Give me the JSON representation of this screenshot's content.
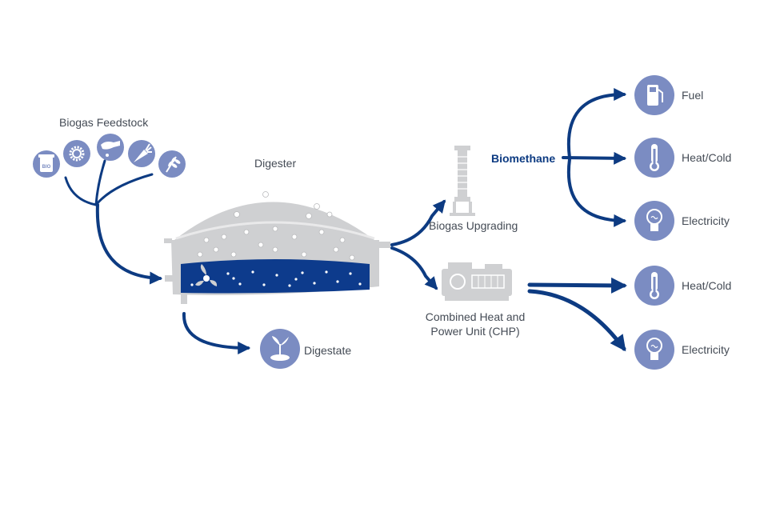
{
  "diagram": {
    "feedstock_label": "Biogas Feedstock",
    "digester_label": "Digester",
    "digestate_label": "Digestate",
    "upgrading_label": "Biogas Upgrading",
    "chp_label": "Combined Heat and Power Unit (CHP)",
    "chp_label_line1": "Combined Heat and",
    "chp_label_line2": "Power Unit (CHP)",
    "biomethane_label": "Biomethane",
    "outputs_upgrading": [
      "Fuel",
      "Heat/Cold",
      "Electricity"
    ],
    "outputs_chp": [
      "Heat/Cold",
      "Electricity"
    ],
    "bio_icon_text": "BIO",
    "feedstock_icons": [
      "bio-bin-icon",
      "gear-icon",
      "cow-icon",
      "carrot-icon",
      "wheat-icon"
    ],
    "output_icons": [
      "fuel-pump-icon",
      "thermometer-icon",
      "lightbulb-icon",
      "thermometer-icon",
      "lightbulb-icon"
    ],
    "colors": {
      "arrow": "#0d3b82",
      "icon_circle": "#7b8cc2",
      "liquid": "#0d3b8c",
      "dome": "#cfd0d2",
      "text": "#444b55"
    }
  }
}
